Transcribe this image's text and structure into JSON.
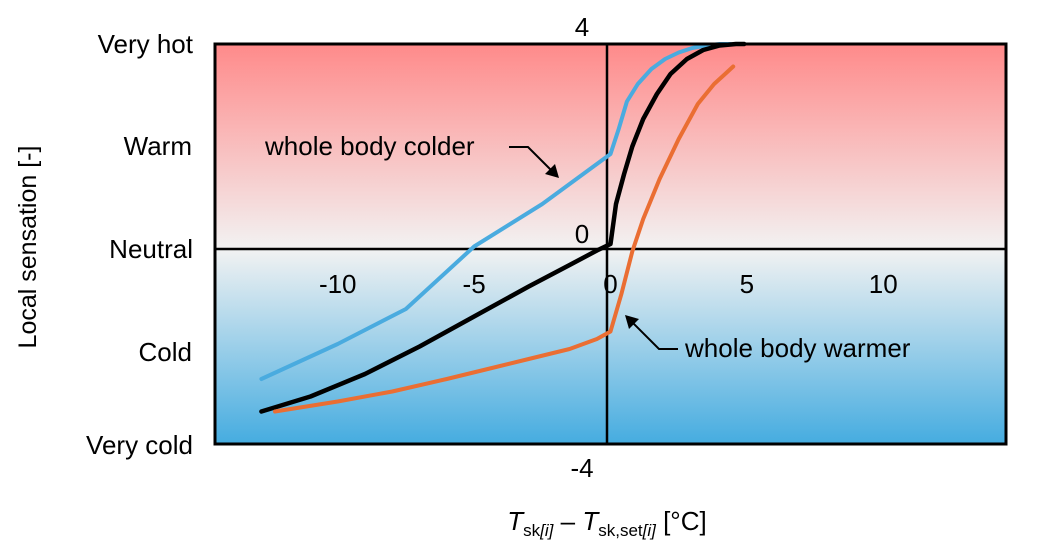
{
  "chart_data": {
    "type": "line",
    "xlim": [
      -14.5,
      14.5
    ],
    "ylim": [
      -4,
      4
    ],
    "grid": false,
    "x_ticks": [
      {
        "value": -10,
        "label": "-10"
      },
      {
        "value": -5,
        "label": "-5"
      },
      {
        "value": 0,
        "label": "0"
      },
      {
        "value": 5,
        "label": "5"
      },
      {
        "value": 10,
        "label": "10"
      }
    ],
    "y_tick_labels": [
      {
        "value": 4,
        "label": "Very hot"
      },
      {
        "value": 2,
        "label": "Warm"
      },
      {
        "value": 0,
        "label": "Neutral"
      },
      {
        "value": -2,
        "label": "Cold"
      },
      {
        "value": -4,
        "label": "Very cold"
      }
    ],
    "y_value_labels": {
      "top": "4",
      "zero": "0",
      "bottom": "-4"
    },
    "ylabel": "Local sensation [-]",
    "xlabel": {
      "var1": "T",
      "sub1_plain": "sk",
      "sub1_italic": "[i]",
      "minus": " – ",
      "var2": "T",
      "sub2_plain": "sk,set",
      "sub2_italic": "[i]",
      "unit": " [°C]"
    },
    "background_colors": {
      "hot": "#ff8a8a",
      "neutral": "#f2f2f2",
      "cold": "#45ace0"
    },
    "series": [
      {
        "key": "colder",
        "color": "#4aabdf",
        "x": [
          -12.8,
          -10,
          -7.5,
          -5,
          -2.5,
          0,
          0.3,
          0.6,
          1.0,
          1.5,
          2.0,
          2.5,
          3.0,
          3.5,
          4.0,
          4.4
        ],
        "y": [
          -2.7,
          -2.0,
          -1.3,
          -0.05,
          0.8,
          1.8,
          2.3,
          2.85,
          3.2,
          3.5,
          3.7,
          3.83,
          3.92,
          3.97,
          4.0,
          4.0
        ]
      },
      {
        "key": "neutral",
        "color": "#000000",
        "x": [
          -12.8,
          -11,
          -9,
          -7,
          -5,
          -3,
          -1.5,
          -0.5,
          0,
          0.2,
          0.5,
          0.8,
          1.2,
          1.7,
          2.2,
          2.8,
          3.4,
          4.0,
          4.6,
          4.9
        ],
        "y": [
          -3.35,
          -3.05,
          -2.6,
          -2.05,
          -1.45,
          -0.85,
          -0.42,
          -0.13,
          0.0,
          0.8,
          1.4,
          1.95,
          2.5,
          3.0,
          3.4,
          3.7,
          3.88,
          3.97,
          4.0,
          4.0
        ]
      },
      {
        "key": "warmer",
        "color": "#ea6e33",
        "x": [
          -12.3,
          -10,
          -8,
          -6,
          -4.5,
          -3,
          -1.5,
          -0.5,
          0,
          0.4,
          0.8,
          1.2,
          1.8,
          2.5,
          3.2,
          3.8,
          4.2,
          4.5
        ],
        "y": [
          -3.35,
          -3.15,
          -2.95,
          -2.7,
          -2.5,
          -2.3,
          -2.1,
          -1.9,
          -1.75,
          -1.0,
          -0.15,
          0.5,
          1.3,
          2.1,
          2.8,
          3.2,
          3.4,
          3.55
        ]
      }
    ],
    "annotations": [
      {
        "text": "whole body colder",
        "series": "colder"
      },
      {
        "text": "whole body warmer",
        "series": "warmer"
      }
    ]
  }
}
